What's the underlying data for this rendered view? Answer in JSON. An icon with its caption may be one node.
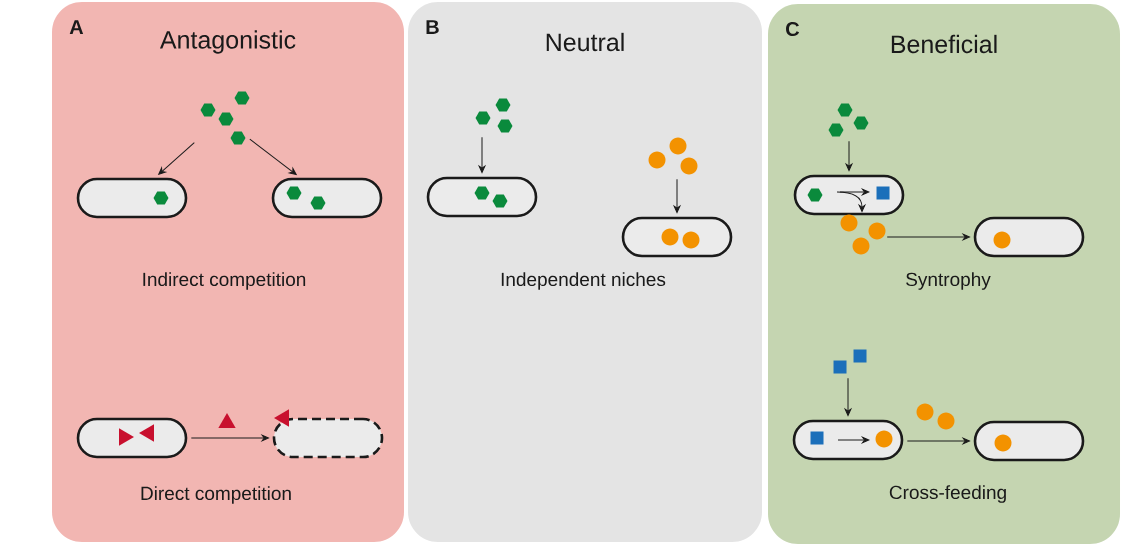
{
  "diagram": {
    "nodes": [
      {
        "text": [
          "A",
          "Antagonistic"
        ]
      },
      {
        "text": [
          "B",
          "Neutral"
        ]
      },
      {
        "text": [
          "C",
          "Beneficial"
        ]
      },
      {
        "text": [],
        "shape": "hexagon",
        "in": 0
      },
      {
        "text": [],
        "shape": "capsule",
        "in": 0
      },
      {
        "text": [],
        "shape": "capsule",
        "in": 0
      },
      {
        "text": [],
        "shape": "capsule",
        "in": 0
      },
      {
        "text": [],
        "shape": "capsule",
        "in": 0
      },
      {
        "text": [],
        "shape": "hexagon",
        "in": 1
      },
      {
        "text": [],
        "shape": "capsule",
        "in": 1
      },
      {
        "text": [],
        "shape": "circle",
        "in": 1
      },
      {
        "text": [],
        "shape": "capsule",
        "in": 1
      },
      {
        "text": [],
        "shape": "hexagon",
        "in": 2
      },
      {
        "text": [],
        "shape": "capsule",
        "in": 2
      },
      {
        "text": [],
        "shape": "circle",
        "in": 2
      },
      {
        "text": [],
        "shape": "capsule",
        "in": 2
      },
      {
        "text": [],
        "shape": "square",
        "in": 2
      },
      {
        "text": [],
        "shape": "capsule",
        "in": 2
      },
      {
        "text": [],
        "shape": "capsule",
        "in": 2
      }
    ],
    "edges": [
      {
        "from": 3,
        "to": 4,
        "arrow": "to"
      },
      {
        "from": 3,
        "to": 5,
        "arrow": "to"
      },
      {
        "from": 6,
        "to": 7,
        "arrow": "to"
      },
      {
        "from": 8,
        "to": 9,
        "arrow": "to"
      },
      {
        "from": 10,
        "to": 11,
        "arrow": "to"
      },
      {
        "from": 12,
        "to": 13,
        "arrow": "to"
      },
      {
        "from": 13,
        "to": 14,
        "arrow": "to"
      },
      {
        "from": 14,
        "to": 15,
        "arrow": "to"
      },
      {
        "from": 16,
        "to": 17,
        "arrow": "to"
      },
      {
        "from": 17,
        "to": 18,
        "arrow": "to"
      }
    ],
    "labels": [
      "Indirect competition",
      "Direct competition",
      "Independent niches",
      "Syntrophy",
      "Cross-feeding"
    ]
  }
}
